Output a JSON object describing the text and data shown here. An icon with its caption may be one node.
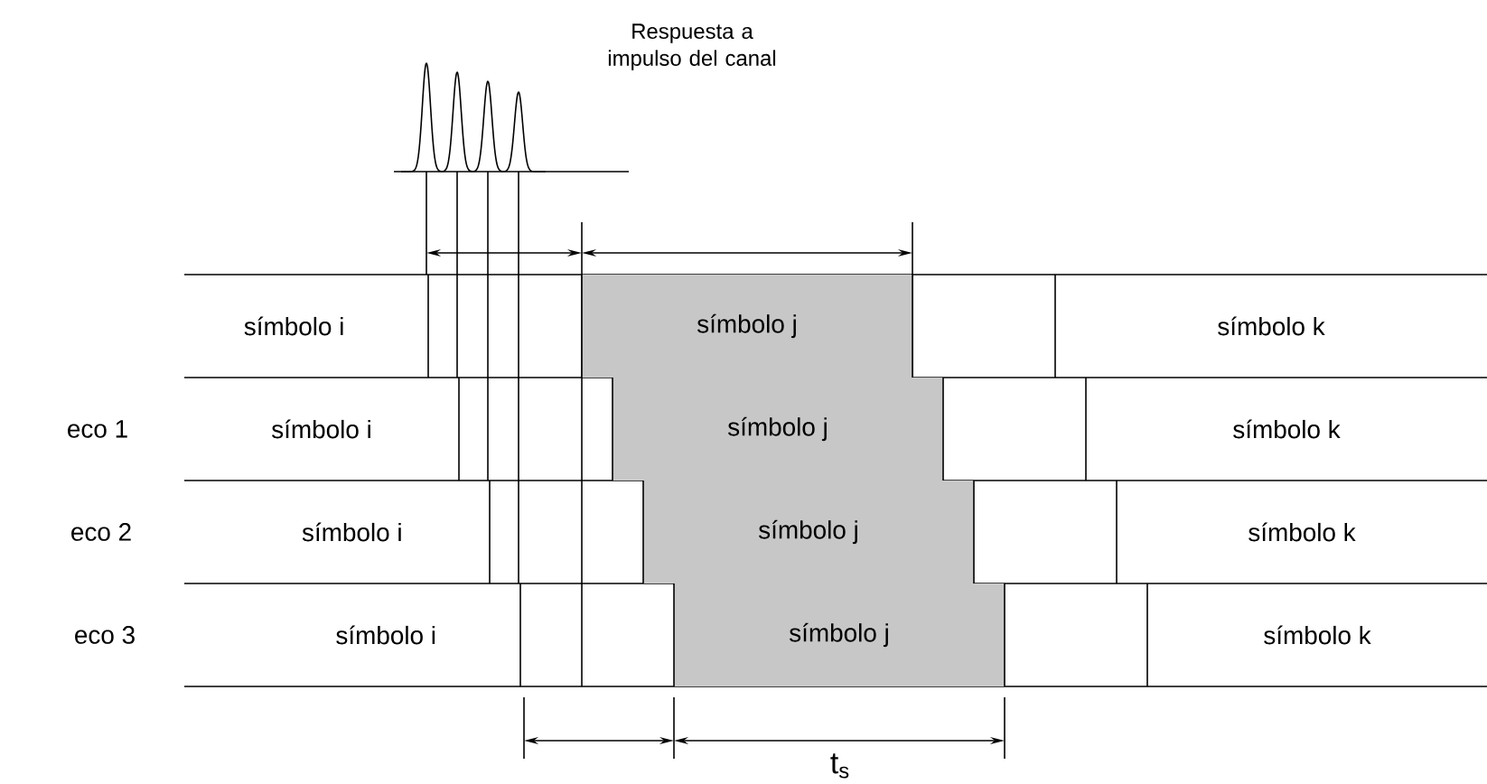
{
  "diagram": {
    "nodes": [
      {
        "text": [
          "símbolo i"
        ]
      },
      {
        "text": [
          "símbolo j"
        ]
      },
      {
        "text": [
          "símbolo k"
        ]
      },
      {
        "text": [
          "símbolo i"
        ]
      },
      {
        "text": [
          "símbolo j"
        ]
      },
      {
        "text": [
          "símbolo k"
        ]
      },
      {
        "text": [
          "símbolo i"
        ]
      },
      {
        "text": [
          "símbolo j"
        ]
      },
      {
        "text": [
          "símbolo k"
        ]
      },
      {
        "text": [
          "símbolo i"
        ]
      },
      {
        "text": [
          "símbolo j"
        ]
      },
      {
        "text": [
          "símbolo k"
        ]
      }
    ],
    "labels": [
      "Respuesta a impulso del canal",
      "eco 1",
      "eco 2",
      "eco 3",
      "t$_{s}$"
    ]
  }
}
